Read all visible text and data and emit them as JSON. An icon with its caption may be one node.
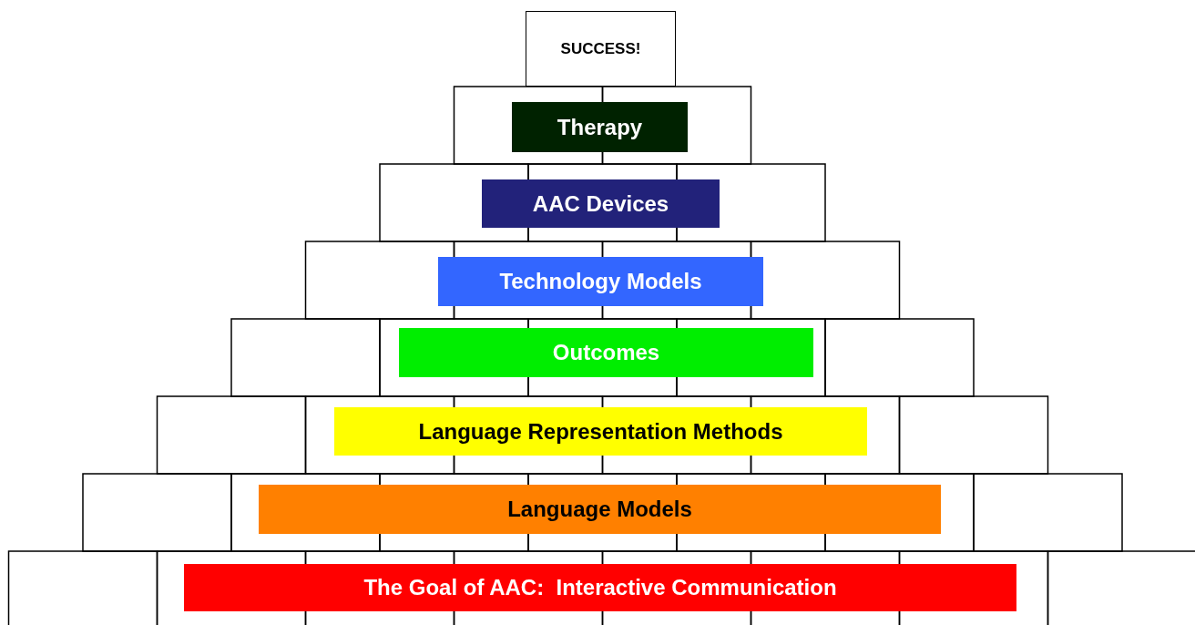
{
  "diagram": {
    "nodes": [
      {
        "text": [
          "SUCCESS!"
        ]
      },
      {
        "text": [
          "Therapy"
        ]
      },
      {
        "text": [
          "AAC Devices"
        ]
      },
      {
        "text": [
          "Technology Models"
        ]
      },
      {
        "text": [
          "Outcomes"
        ]
      },
      {
        "text": [
          "Language Representation Methods"
        ]
      },
      {
        "text": [
          "Language Models"
        ]
      },
      {
        "text": [
          "The Goal of AAC:  Interactive Communication"
        ]
      }
    ]
  }
}
